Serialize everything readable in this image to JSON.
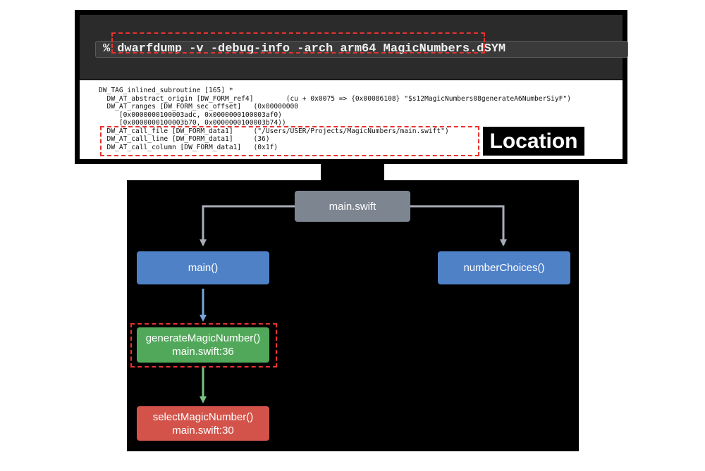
{
  "terminal": {
    "prompt": "%",
    "command": "dwarfdump -v -debug-info -arch arm64 MagicNumbers.dSYM",
    "output_lines": [
      "DW_TAG_inlined_subroutine [165] *",
      "  DW_AT_abstract_origin [DW_FORM_ref4]        (cu + 0x0075 => {0x00086108} \"$s12MagicNumbers08generateA6NumberSiyF\")",
      "  DW_AT_ranges [DW_FORM_sec_offset]   (0x00000000",
      "     [0x0000000100003adc, 0x0000000100003af0)",
      "     [0x0000000100003b70, 0x0000000100003b74))",
      "  DW_AT_call_file [DW_FORM_data1]     (\"/Users/USER/Projects/MagicNumbers/main.swift\")",
      "  DW_AT_call_line [DW_FORM_data1]     (36)",
      "  DW_AT_call_column [DW_FORM_data1]   (0x1f)"
    ]
  },
  "callout": {
    "label": "Location"
  },
  "diagram": {
    "root": {
      "label": "main.swift"
    },
    "main_func": {
      "label": "main()"
    },
    "number_choices": {
      "label": "numberChoices()"
    },
    "generate": {
      "name": "generateMagicNumber()",
      "location": "main.swift:36"
    },
    "select": {
      "name": "selectMagicNumber()",
      "location": "main.swift:30"
    }
  },
  "colors": {
    "highlight_dash": "#e8322f",
    "root_node": "#7d8591",
    "function_node": "#4f81c7",
    "inlined_node": "#52a85a",
    "callee_node": "#d3534a",
    "arrow_gray": "#a8adb5",
    "arrow_blue": "#7aa3dd",
    "arrow_green": "#7cc283"
  }
}
